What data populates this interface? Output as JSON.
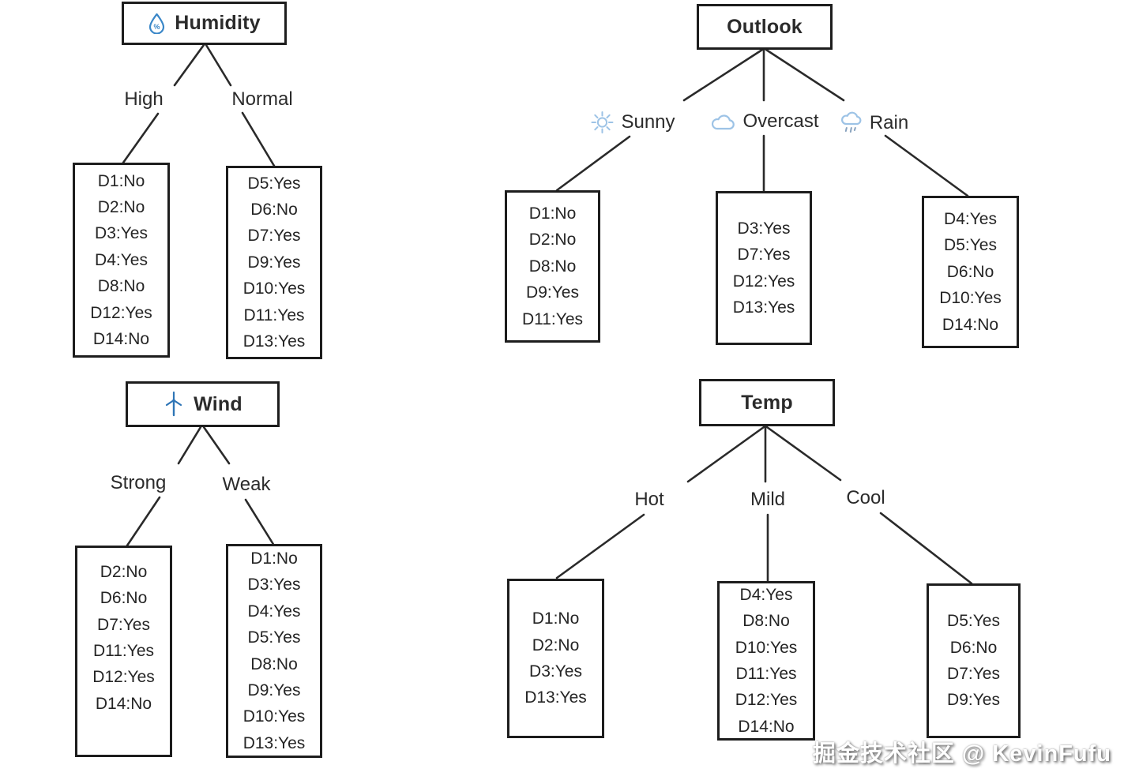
{
  "watermark": {
    "text": "掘金技术社区 @ KevinFufu"
  },
  "colors": {
    "background": "#ffffff",
    "line": "#2a2a2a",
    "text": "#262626",
    "droplet_blue": "#3a87c8",
    "turbine_blue": "#2e75b6",
    "weather_light_blue": "#9dc3e6"
  },
  "trees": {
    "humidity": {
      "title": "Humidity",
      "icon": "humidity-droplet-icon",
      "branches": {
        "high": {
          "label": "High"
        },
        "normal": {
          "label": "Normal"
        }
      },
      "leaves": {
        "high": {
          "items": [
            "D1:No",
            "D2:No",
            "D3:Yes",
            "D4:Yes",
            "D8:No",
            "D12:Yes",
            "D14:No"
          ]
        },
        "normal": {
          "items": [
            "D5:Yes",
            "D6:No",
            "D7:Yes",
            "D9:Yes",
            "D10:Yes",
            "D11:Yes",
            "D13:Yes"
          ]
        }
      }
    },
    "outlook": {
      "title": "Outlook",
      "branches": {
        "sunny": {
          "label": "Sunny",
          "icon": "sun-icon"
        },
        "overcast": {
          "label": "Overcast",
          "icon": "cloud-icon"
        },
        "rain": {
          "label": "Rain",
          "icon": "rain-cloud-icon"
        }
      },
      "leaves": {
        "sunny": {
          "items": [
            "D1:No",
            "D2:No",
            "D8:No",
            "D9:Yes",
            "D11:Yes"
          ]
        },
        "overcast": {
          "items": [
            "D3:Yes",
            "D7:Yes",
            "D12:Yes",
            "D13:Yes"
          ]
        },
        "rain": {
          "items": [
            "D4:Yes",
            "D5:Yes",
            "D6:No",
            "D10:Yes",
            "D14:No"
          ]
        }
      }
    },
    "wind": {
      "title": "Wind",
      "icon": "wind-turbine-icon",
      "branches": {
        "strong": {
          "label": "Strong"
        },
        "weak": {
          "label": "Weak"
        }
      },
      "leaves": {
        "strong": {
          "items": [
            "D2:No",
            "D6:No",
            "D7:Yes",
            "D11:Yes",
            "D12:Yes",
            "D14:No"
          ]
        },
        "weak": {
          "items": [
            "D1:No",
            "D3:Yes",
            "D4:Yes",
            "D5:Yes",
            "D8:No",
            "D9:Yes",
            "D10:Yes",
            "D13:Yes"
          ]
        }
      }
    },
    "temp": {
      "title": "Temp",
      "branches": {
        "hot": {
          "label": "Hot"
        },
        "mild": {
          "label": "Mild"
        },
        "cool": {
          "label": "Cool"
        }
      },
      "leaves": {
        "hot": {
          "items": [
            "D1:No",
            "D2:No",
            "D3:Yes",
            "D13:Yes"
          ]
        },
        "mild": {
          "items": [
            "D4:Yes",
            "D8:No",
            "D10:Yes",
            "D11:Yes",
            "D12:Yes",
            "D14:No"
          ]
        },
        "cool": {
          "items": [
            "D5:Yes",
            "D6:No",
            "D7:Yes",
            "D9:Yes"
          ]
        }
      }
    }
  }
}
